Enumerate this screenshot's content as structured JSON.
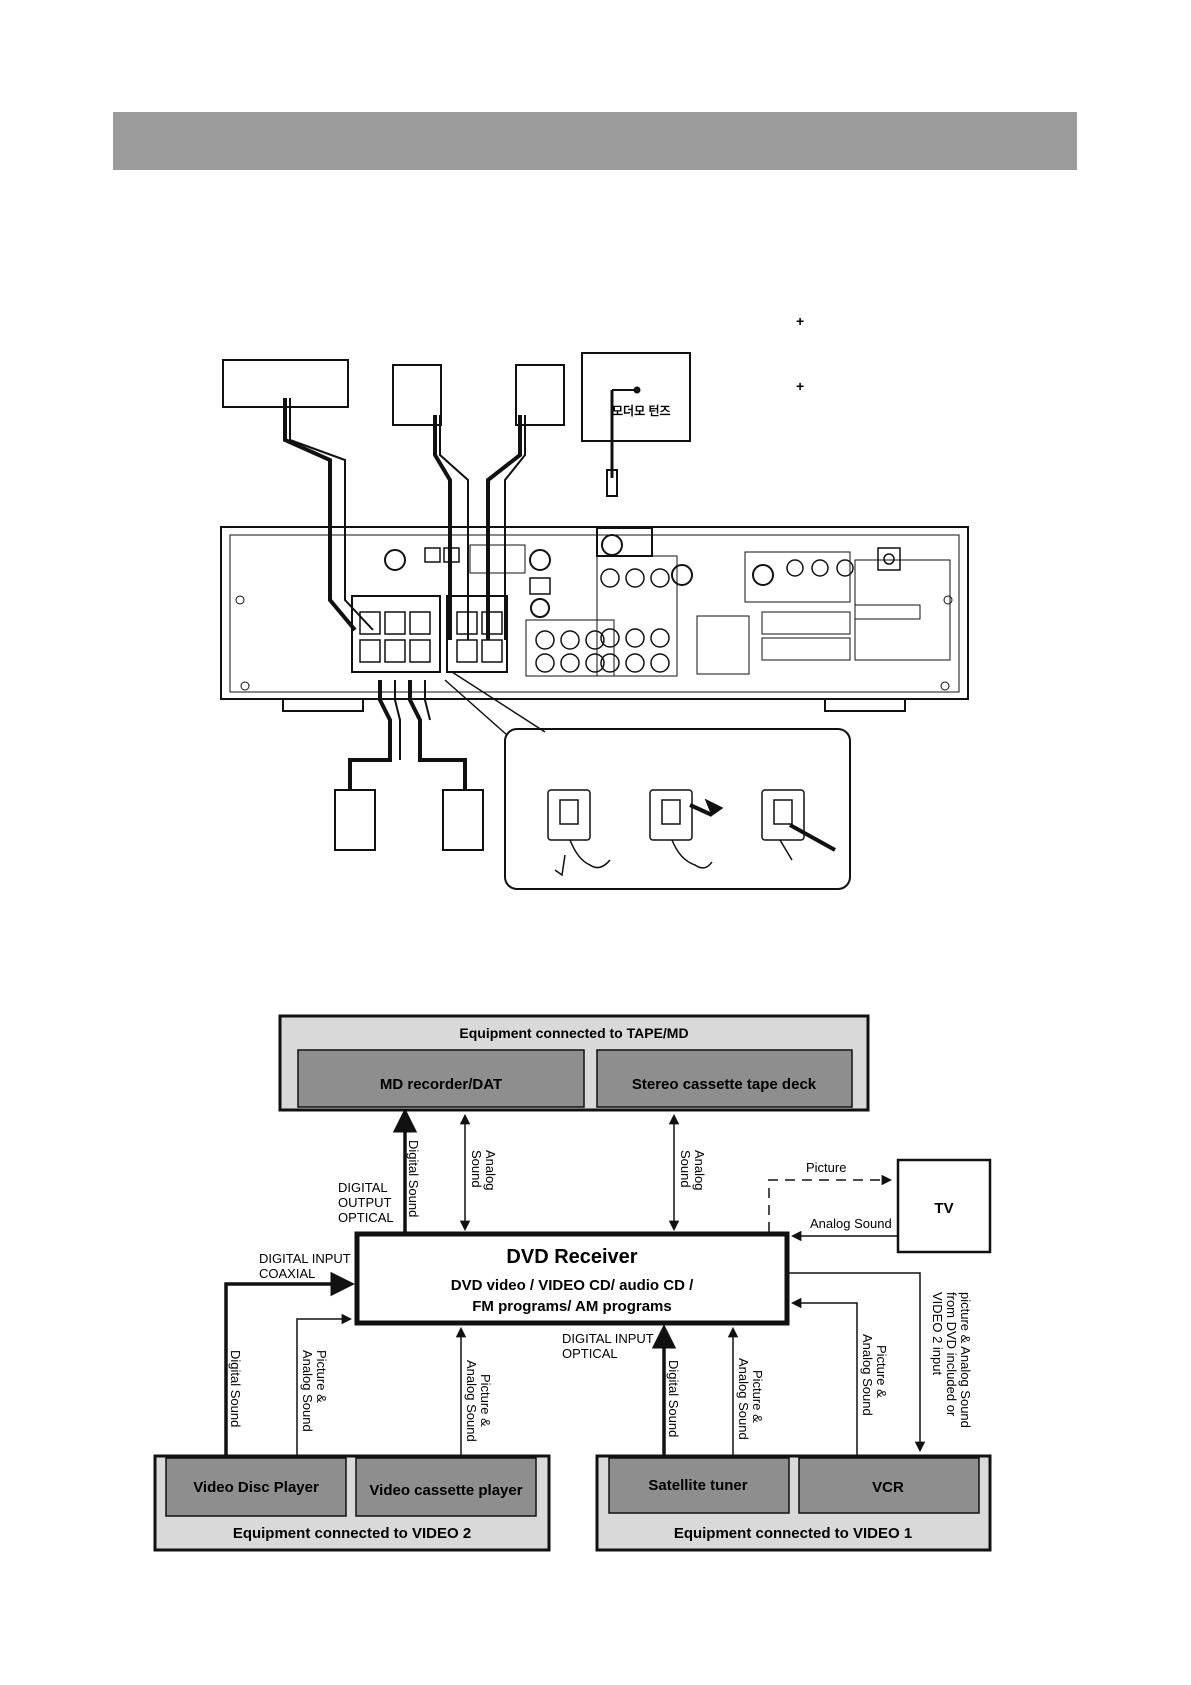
{
  "page": {
    "header_bar_color": "#9b9b9b"
  },
  "wiring": {
    "wireless_label_glyph": "모더모 턴즈",
    "legend_markers": [
      "+",
      "+"
    ]
  },
  "flow": {
    "tape_md": {
      "title": "Equipment connected to TAPE/MD",
      "left_device": "MD recorder/DAT",
      "right_device": "Stereo cassette tape deck"
    },
    "receiver": {
      "title": "DVD Receiver",
      "line1": "DVD video / VIDEO CD/ audio CD /",
      "line2": "FM programs/ AM programs"
    },
    "tv": {
      "label": "TV"
    },
    "video2": {
      "title": "Equipment connected to VIDEO 2",
      "left_device": "Video Disc Player",
      "right_device": "Video cassette player"
    },
    "video1": {
      "title": "Equipment connected to VIDEO 1",
      "left_device": "Satellite tuner",
      "right_device": "VCR"
    },
    "labels": {
      "digital_output_optical": [
        "DIGITAL",
        "OUTPUT",
        "OPTICAL"
      ],
      "digital_sound": "Digital Sound",
      "analog_sound_v": [
        "Analog",
        "Sound"
      ],
      "picture": "Picture",
      "analog_sound": "Analog Sound",
      "digital_input_coaxial": [
        "DIGITAL INPUT",
        "COAXIAL"
      ],
      "digital_input_optical": [
        "DIGITAL INPUT",
        "OPTICAL"
      ],
      "picture_analog_sound": [
        "Picture &",
        "Analog Sound"
      ],
      "vcr_note": [
        "picture & Analog Sound",
        "from DVD included or",
        "VIDEO 2 input"
      ]
    }
  }
}
